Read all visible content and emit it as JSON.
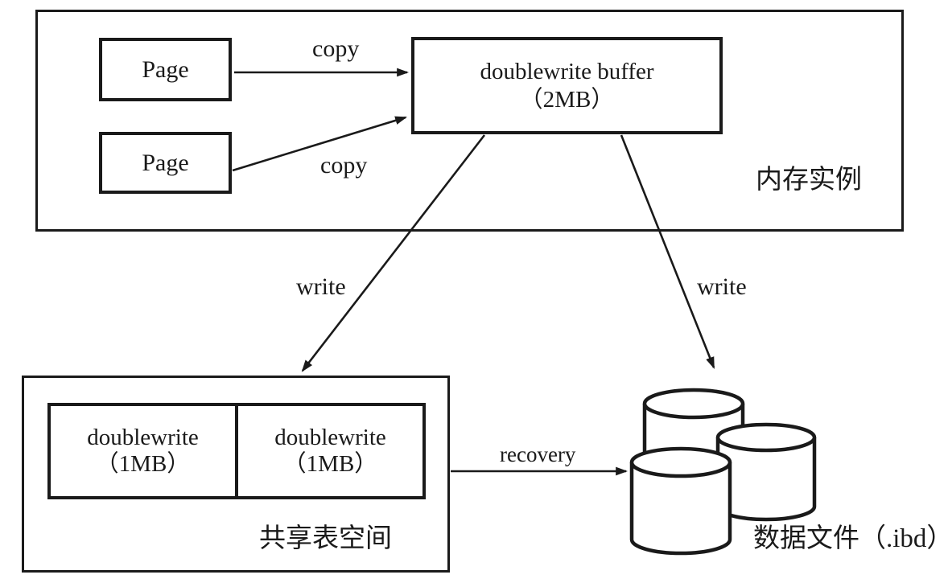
{
  "memory_instance": {
    "label": "内存实例",
    "pages": [
      "Page",
      "Page"
    ],
    "buffer": {
      "title": "doublewrite buffer",
      "size": "（2MB）"
    }
  },
  "arrows": {
    "copy_top": "copy",
    "copy_bottom": "copy",
    "write_left": "write",
    "write_right": "write",
    "recovery": "recovery"
  },
  "shared_tablespace": {
    "label": "共享表空间",
    "segments": [
      {
        "title": "doublewrite",
        "size": "（1MB）"
      },
      {
        "title": "doublewrite",
        "size": "（1MB）"
      }
    ]
  },
  "data_files": {
    "label": "数据文件（.ibd）"
  },
  "colors": {
    "ink": "#1a1a1a",
    "background": "#ffffff"
  }
}
